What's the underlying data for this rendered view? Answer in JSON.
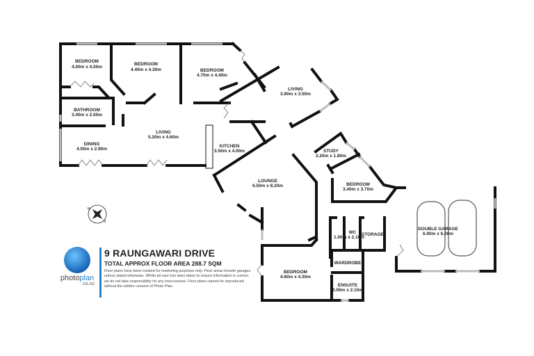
{
  "rooms": {
    "bedroom1": {
      "name": "BEDROOM",
      "dims": "4.00m  x 4.00m"
    },
    "bedroom2": {
      "name": "BEDROOM",
      "dims": "4.40m  x 4.30m"
    },
    "bedroom3": {
      "name": "BEDROOM",
      "dims": "4.70m  x 4.40m"
    },
    "bathroom": {
      "name": "BATHROOM",
      "dims": "3.40m  x 2.00m"
    },
    "living1": {
      "name": "LIVING",
      "dims": "5.20m  x 4.60m"
    },
    "dining": {
      "name": "DINING",
      "dims": "4.00m  x 2.90m"
    },
    "kitchen": {
      "name": "KITCHEN",
      "dims": "3.50m  x 4.00m"
    },
    "living2": {
      "name": "LIVING",
      "dims": "3.90m  x 3.50m"
    },
    "lounge": {
      "name": "LOUNGE",
      "dims": "6.50m  x 8.20m"
    },
    "study": {
      "name": "STUDY",
      "dims": "2.20m  x 1.80m"
    },
    "bedroom4": {
      "name": "BEDROOM",
      "dims": "3.40m  x 3.70m"
    },
    "wc": {
      "name": "WC",
      "dims": "1.00m  x 2.10m"
    },
    "storage": {
      "name": "STORAGE"
    },
    "garage": {
      "name": "DOUBLE GARAGE",
      "dims": "6.90m  x 6.00m"
    },
    "wardrobe": {
      "name": "WARDROBE"
    },
    "bedroom5": {
      "name": "BEDROOM",
      "dims": "4.60m  x 4.30m"
    },
    "ensuite": {
      "name": "ENSUITE",
      "dims": "2.00m  x 2.10m"
    }
  },
  "info": {
    "address": "9 RAUNGAWARI DRIVE",
    "floor_area": "TOTAL APPROX FLOOR AREA 288.7 SQM",
    "disclaimer": "Floor plans have been created for marketing purposes only. Floor areas include garages unless stated otherwise. Whilst all care has been taken to ensure information is correct, we do not take responsibility for any inaccuracies. Floor plans cannot be reproduced without the written consent of Photo Plan."
  },
  "logo": {
    "brand_a": "photo",
    "brand_b": "plan",
    "domain": ".co.nz",
    "color": "#2a7fc0"
  },
  "compass": {
    "letters": [
      "N",
      "S"
    ]
  },
  "colors": {
    "wall": "#111111",
    "window": "#bbbbbb",
    "accent": "#2a7fc0"
  }
}
